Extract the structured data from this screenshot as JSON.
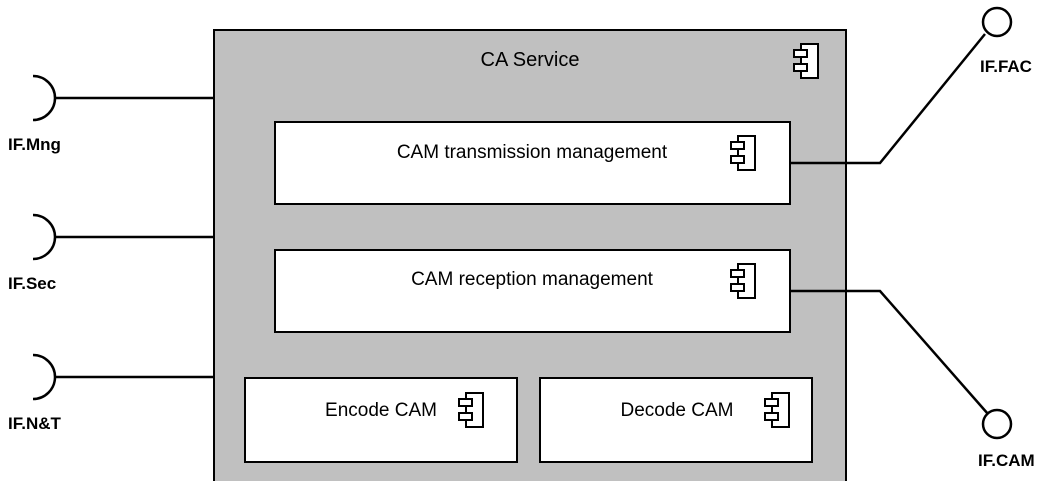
{
  "container": {
    "title": "CA Service",
    "icon": "component-icon",
    "fill_color": "#c0c0c0"
  },
  "components": [
    {
      "id": "cam-transmission-management",
      "label": "CAM transmission management",
      "icon": "component-icon"
    },
    {
      "id": "cam-reception-management",
      "label": "CAM reception management",
      "icon": "component-icon"
    },
    {
      "id": "encode-cam",
      "label": "Encode CAM",
      "icon": "component-icon"
    },
    {
      "id": "decode-cam",
      "label": "Decode CAM",
      "icon": "component-icon"
    }
  ],
  "required_interfaces": [
    {
      "id": "if-mng",
      "label": "IF.Mng",
      "symbol": "socket-icon"
    },
    {
      "id": "if-sec",
      "label": "IF.Sec",
      "symbol": "socket-icon"
    },
    {
      "id": "if-nt",
      "label": "IF.N&T",
      "symbol": "socket-icon"
    }
  ],
  "provided_interfaces": [
    {
      "id": "if-fac",
      "label": "IF.FAC",
      "symbol": "lollipop-icon",
      "connected_to": "cam-transmission-management"
    },
    {
      "id": "if-cam",
      "label": "IF.CAM",
      "symbol": "lollipop-icon",
      "connected_to": "cam-reception-management"
    }
  ],
  "colors": {
    "container_fill": "#c0c0c0",
    "component_fill": "#ffffff",
    "stroke": "#000000"
  }
}
